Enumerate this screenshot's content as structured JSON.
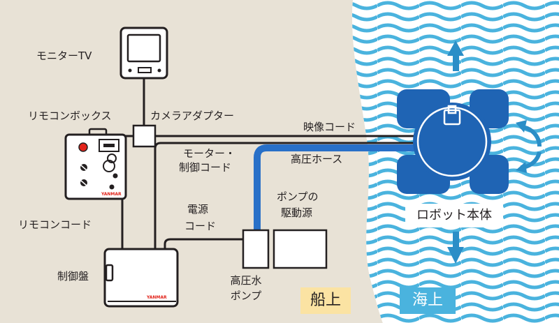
{
  "colors": {
    "ship_bg": "#e8e2d6",
    "sea_light": "#9fd8ef",
    "sea_wave": "#4ab3de",
    "robot": "#1f64b4",
    "hose": "#2870c8",
    "cable": "#231f20",
    "ship_badge": "#fbe3a3",
    "sea_badge": "#4ab3de",
    "arrow": "#2b8ec7"
  },
  "labels": {
    "monitor_tv": "モニターTV",
    "remote_box": "リモコンボックス",
    "camera_adapter": "カメラアダプター",
    "video_cord": "映像コード",
    "motor_control_cord_1": "モーター・",
    "motor_control_cord_2": "制御コード",
    "high_pressure_hose": "高圧ホース",
    "power_cord_1": "電源",
    "power_cord_2": "コード",
    "pump_power_1": "ポンプの",
    "pump_power_2": "駆動源",
    "remote_cord": "リモコンコード",
    "control_panel": "制御盤",
    "hp_pump_1": "高圧水",
    "hp_pump_2": "ポンプ",
    "robot_body": "ロボット本体",
    "on_ship": "船上",
    "at_sea": "海上"
  },
  "logos": {
    "remote_brand": "YANMAR",
    "panel_brand": "YANMAR"
  },
  "icons": {
    "arrow_up": "arrow-up-icon",
    "arrow_down": "arrow-down-icon",
    "rotate": "rotate-icon"
  }
}
